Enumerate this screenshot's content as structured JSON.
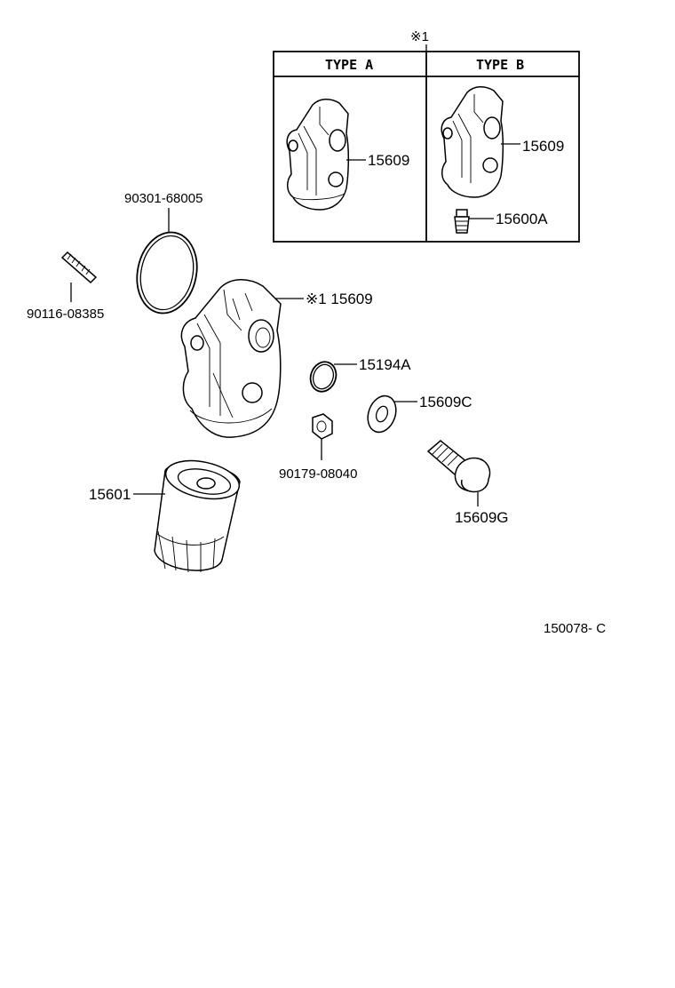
{
  "note_marker": "※1",
  "inset": {
    "type_a_header": "TYPE A",
    "type_b_header": "TYPE B",
    "type_a_label": "15609",
    "type_b_label": "15609",
    "type_b_plug_label": "15600A"
  },
  "parts": {
    "o_ring_large": "90301-68005",
    "stud": "90116-08385",
    "filter_bracket": "※1 15609",
    "o_ring_small": "15194A",
    "gasket": "15609C",
    "nut": "90179-08040",
    "oil_filter": "15601",
    "union_bolt": "15609G"
  },
  "diagram_id": "150078- C"
}
